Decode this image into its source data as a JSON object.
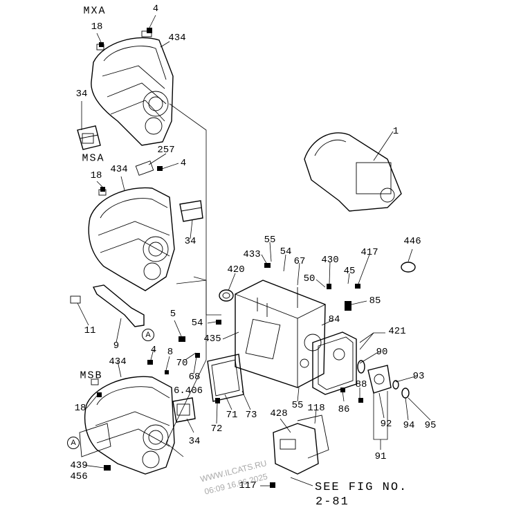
{
  "variants": {
    "mxa": "MXA",
    "msa": "MSA",
    "msb": "MSB"
  },
  "reference": {
    "line1": "SEE FIG NO.",
    "line2": "2-81"
  },
  "watermark": {
    "site": "WWW.ILCATS.RU",
    "timestamp": "06:09 16.06.2025"
  },
  "callout_marker": "A",
  "part_numbers": {
    "p4a": "4",
    "p18a": "18",
    "p434a": "434",
    "p34a": "34",
    "p257": "257",
    "p4b": "4",
    "p18b": "18",
    "p434b": "434",
    "p34b": "34",
    "p11": "11",
    "p9": "9",
    "p5": "5",
    "p4c": "4",
    "p8": "8",
    "p70": "70",
    "p68": "68",
    "p6406": "6.406",
    "p434c": "434",
    "p18c": "18",
    "p34c": "34",
    "p439": "439",
    "p456": "456",
    "p1": "1",
    "p446": "446",
    "p55a": "55",
    "p433": "433",
    "p54a": "54",
    "p420": "420",
    "p67": "67",
    "p430": "430",
    "p417": "417",
    "p45": "45",
    "p50": "50",
    "p85": "85",
    "p84": "84",
    "p54b": "54",
    "p435": "435",
    "p421": "421",
    "p90": "90",
    "p93": "93",
    "p88": "88",
    "p55b": "55",
    "p86": "86",
    "p92": "92",
    "p94": "94",
    "p95": "95",
    "p91": "91",
    "p71": "71",
    "p73": "73",
    "p72": "72",
    "p428": "428",
    "p118": "118",
    "p117": "117"
  }
}
